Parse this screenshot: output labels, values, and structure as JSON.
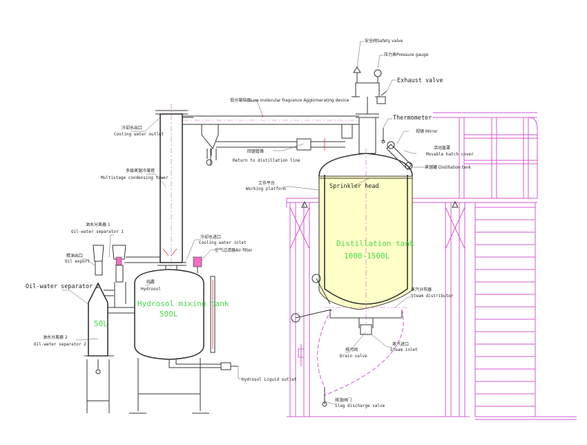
{
  "labels": {
    "safety_valve": "安全阀Safety valve",
    "pressure_gauge": "压力表Pressure gauge",
    "exhaust_valve": "Exhaust valve",
    "low_molecular_device": "低分凝结器Low molecular fragrance Agglomerating device",
    "thermometer": "Thermometer",
    "mirror": "视镜 Mirror",
    "movable_hatch_cn": "活动盖罩",
    "movable_hatch_en": "Movable hatch cover",
    "distillation_tank_cn": "蒸馏罐 Distillation tank",
    "cooling_outlet_cn": "冷却水出口",
    "cooling_outlet_en": "Cooling water outlet",
    "return_line_cn": "回馏管路",
    "return_line_en": "Return to distillation line",
    "condensing_tower_cn": "多级蒸馏冷凝塔",
    "condensing_tower_en": "Multistage condensing tower",
    "working_platform_cn": "工作平台",
    "working_platform_en": "Working platform",
    "sprinkler_head": "Sprinkler head",
    "oil_water_sep1_cn": "油水分离器 1",
    "oil_water_sep1_en": "Oil-water separator 1",
    "oil_export_cn": "精油出口",
    "oil_export_en": "Oil export",
    "hydrosol_cn": "纯露",
    "hydrosol_en": "Hydrosol",
    "cooling_inlet_cn": "冷却水进口",
    "cooling_inlet_en": "Cooling water inlet",
    "air_filter": "空气过滤器Air filter",
    "oil_water_sep2": "Oil-water separator 2",
    "oil_water_sep2b_cn": "油水分离器 2",
    "oil_water_sep2b_en": "Oil-water separator 2",
    "steam_distributor_cn": "蒸汽分布器",
    "steam_distributor_en": "Steam distributor",
    "drain_valve_cn": "排污阀",
    "drain_valve_en": "Drain valve",
    "steam_inlet_cn": "蒸汽进口",
    "steam_inlet_en": "Steam inlet",
    "hydrosol_outlet": "Hydrosol Liquid outlet",
    "slag_valve_cn": "排渣阀门",
    "slag_valve_en": "Slag discharge valve"
  },
  "tanks": {
    "distillation_title": "Distillation tank",
    "distillation_capacity": "1000-1500L",
    "mixing_title": "Hydrosol mixing tank",
    "mixing_capacity": "500L",
    "separator_capacity": "50L"
  },
  "colors": {
    "equipment": "#333333",
    "platform": "#d357d3",
    "tank_label": "#48d848",
    "jacket": "#ffffc8",
    "pipe_accent": "#e03030"
  }
}
